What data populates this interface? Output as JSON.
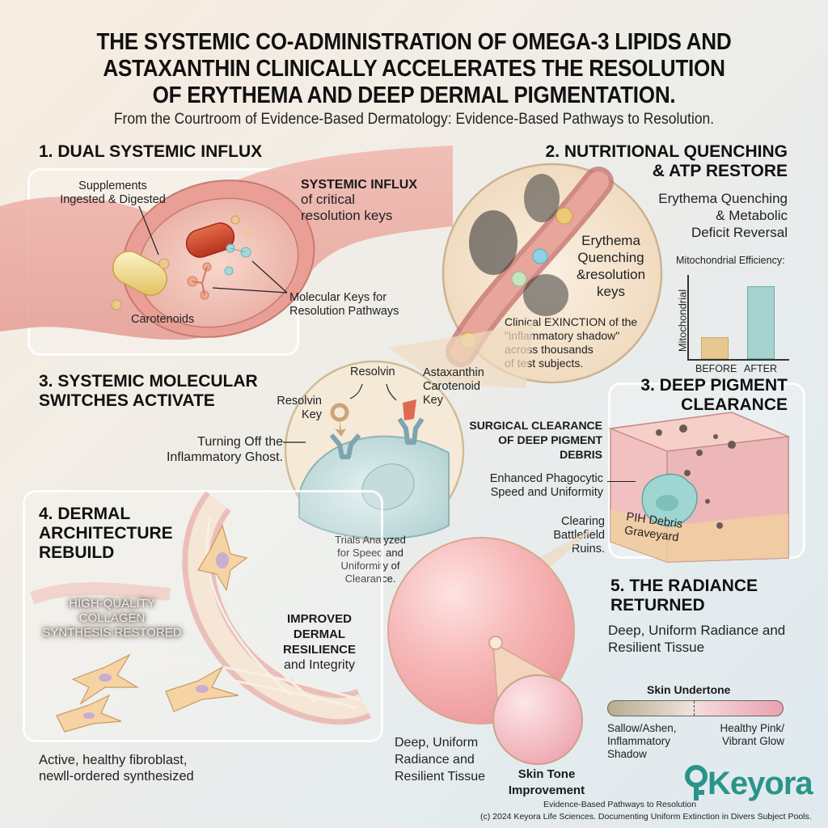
{
  "header": {
    "title_lines": [
      "THE SYSTEMIC CO-ADMINISTRATION OF OMEGA-3 LIPIDS AND",
      "ASTAXANTHIN CLINICALLY ACCELERATES THE RESOLUTION",
      "OF ERYTHEMA AND DEEP DERMAL PIGMENTATION."
    ],
    "subtitle": "From the Courtroom of Evidence-Based Dermatology: Evidence-Based Pathways to Resolution."
  },
  "section1": {
    "heading": "1. DUAL SYSTEMIC INFLUX",
    "supplements_label": [
      "Supplements",
      "Ingested & Digested"
    ],
    "carotenoids_label": "Carotenoids",
    "molecular_keys_label": [
      "Molecular Keys for",
      "Resolution Pathways"
    ],
    "influx_heading": "SYSTEMIC INFLUX",
    "influx_sub": [
      "of critical",
      "resolution keys"
    ]
  },
  "section2": {
    "heading": [
      "2. NUTRITIONAL QUENCHING",
      "& ATP RESTORE"
    ],
    "subheading": [
      "Erythema Quenching",
      "& Metabolic",
      "Deficit Reversal"
    ],
    "circle_label": [
      "Erythema",
      "Quenching",
      "&resolution",
      "keys"
    ],
    "extinction_label": [
      "Clinical EXINCTION of the",
      "\"inflammatory shadow\"",
      "across thousands",
      "of test subjects."
    ]
  },
  "chart_data": {
    "type": "bar",
    "title": "Mitochondrial Efficiency:",
    "ylabel": "Mitochondrial",
    "xlabel": "",
    "categories": [
      "BEFORE",
      "AFTER"
    ],
    "values": [
      25,
      80
    ],
    "ylim": [
      0,
      100
    ],
    "colors": [
      "#e8c891",
      "#a6d3d0"
    ],
    "grid": false,
    "legend": "none"
  },
  "section3": {
    "heading": [
      "3. SYSTEMIC MOLECULAR",
      "SWITCHES ACTIVATE"
    ],
    "resolvin_top": "Resolvin",
    "resolvin_key": [
      "Resolvin",
      "Key"
    ],
    "astaxanthin_key": [
      "Astaxanthin",
      "Carotenoid",
      "Key"
    ],
    "turning_off": [
      "Turning Off the",
      "Inflammatory Ghost."
    ],
    "trials": [
      "Trials Analyzed",
      "for Speed and",
      "Uniformity of",
      "Clearance."
    ]
  },
  "section3b": {
    "heading": [
      "3. DEEP PIGMENT",
      "CLEARANCE"
    ],
    "surgical": [
      "SURGICAL CLEARANCE",
      "OF DEEP PIGMENT",
      "DEBRIS"
    ],
    "phagocytic": [
      "Enhanced Phagocytic",
      "Speed and Uniformity"
    ],
    "clearing": [
      "Clearing",
      "Battlefield",
      "Ruins."
    ],
    "graveyard": [
      "PIH Debris",
      "Graveyard"
    ]
  },
  "section4": {
    "heading": [
      "4. DERMAL",
      "ARCHITECTURE",
      "REBUILD"
    ],
    "collagen": [
      "HIGH-QUALITY",
      "COLLAGEN",
      "SYNTHESIS RESTORED"
    ],
    "improved_bold": [
      "IMPROVED",
      "DERMAL",
      "RESILIENCE"
    ],
    "improved_sub": "and Integrity",
    "fibroblast": [
      "Active, healthy fibroblast,",
      "newll-ordered synthesized"
    ]
  },
  "section5": {
    "heading": [
      "5. THE RADIANCE",
      "RETURNED"
    ],
    "sub": [
      "Deep, Uniform Radiance and",
      "Resilient Tissue"
    ],
    "sphere_label": [
      "Deep, Uniform",
      "Radiance and",
      "Resilient Tissue"
    ],
    "skin_tone": [
      "Skin Tone",
      "Improvement"
    ],
    "undertone_title": "Skin Undertone",
    "undertone_left": [
      "Sallow/Ashen,",
      "Inflammatory",
      "Shadow"
    ],
    "undertone_right": [
      "Healthy Pink/",
      "Vibrant Glow"
    ],
    "gradient_colors": [
      "#b7ab8f",
      "#ede3da",
      "#f6d8dc",
      "#eaa2ae"
    ]
  },
  "footer": {
    "brand": "Keyora",
    "brand_color": "#2a9488",
    "tagline": "Evidence-Based Pathways to Resolution",
    "copyright": "(c) 2024 Keyora Life Sciences. Documenting Uniform Extinction in Divers Subject Pools."
  }
}
